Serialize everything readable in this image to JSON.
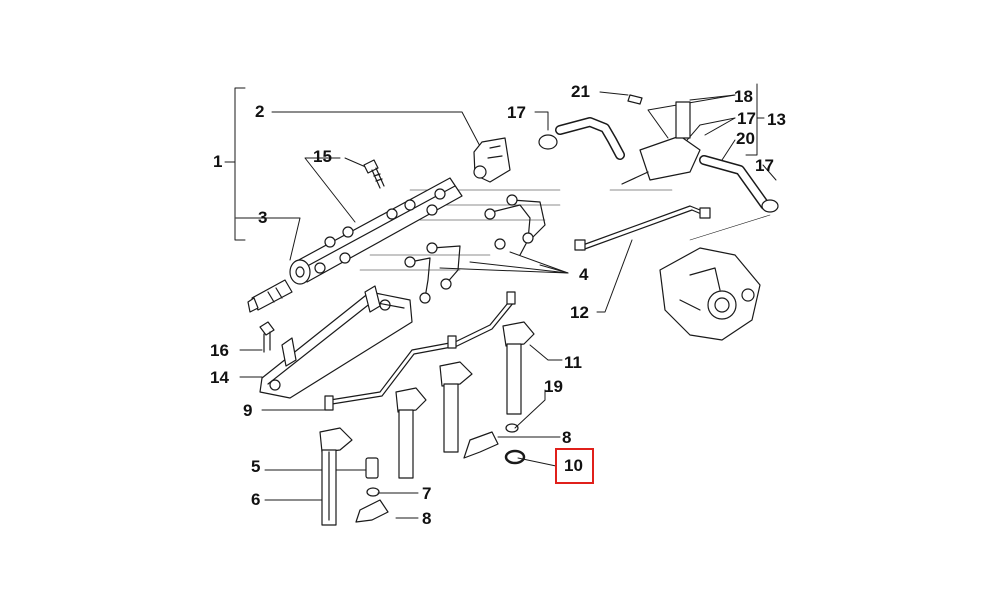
{
  "diagram": {
    "callouts": [
      {
        "id": "c1",
        "text": "1"
      },
      {
        "id": "c2",
        "text": "2"
      },
      {
        "id": "c3",
        "text": "3"
      },
      {
        "id": "c4",
        "text": "4"
      },
      {
        "id": "c5",
        "text": "5"
      },
      {
        "id": "c6",
        "text": "6"
      },
      {
        "id": "c7",
        "text": "7"
      },
      {
        "id": "c8a",
        "text": "8"
      },
      {
        "id": "c8b",
        "text": "8"
      },
      {
        "id": "c9",
        "text": "9"
      },
      {
        "id": "c10",
        "text": "10"
      },
      {
        "id": "c11",
        "text": "11"
      },
      {
        "id": "c12",
        "text": "12"
      },
      {
        "id": "c13",
        "text": "13"
      },
      {
        "id": "c14",
        "text": "14"
      },
      {
        "id": "c15",
        "text": "15"
      },
      {
        "id": "c16",
        "text": "16"
      },
      {
        "id": "c17a",
        "text": "17"
      },
      {
        "id": "c17b",
        "text": "17"
      },
      {
        "id": "c17c",
        "text": "17"
      },
      {
        "id": "c18",
        "text": "18"
      },
      {
        "id": "c19",
        "text": "19"
      },
      {
        "id": "c20",
        "text": "20"
      },
      {
        "id": "c21",
        "text": "21"
      }
    ],
    "highlighted_callout": "10",
    "colors": {
      "line": "#1a1a1a",
      "highlight": "#e0201b",
      "background": "#ffffff"
    }
  }
}
